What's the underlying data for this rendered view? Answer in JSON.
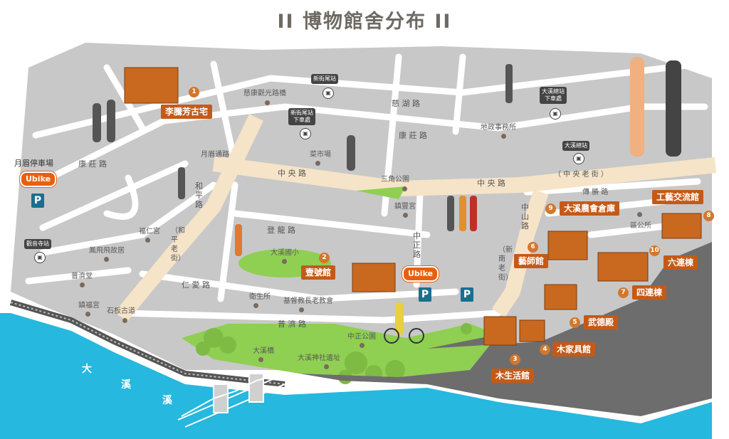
{
  "title": "II 博物館舍分布 II",
  "colors": {
    "land": "#c8c8c8",
    "street": "#ffffff",
    "main_road": "#f6e4c8",
    "river": "#26b8de",
    "park": "#8fcf52",
    "museum": "#c45a18",
    "num": "#d2772d",
    "riverbank": "#6d6d6d"
  },
  "museums": [
    {
      "num": "1",
      "name": "李騰芳古宅"
    },
    {
      "num": "2",
      "name": "壹號館"
    },
    {
      "num": "3",
      "name": "木生活館"
    },
    {
      "num": "4",
      "name": "木家具館"
    },
    {
      "num": "5",
      "name": "武德殿"
    },
    {
      "num": "6",
      "name": "藝師館"
    },
    {
      "num": "7",
      "name": "四連棟"
    },
    {
      "num": "8",
      "name": "工藝交流館"
    },
    {
      "num": "9",
      "name": "大溪農會倉庫"
    },
    {
      "num": "10",
      "name": "六連棟"
    }
  ],
  "roads": {
    "cihu": "慈 湖 路",
    "kangzhuang_e": "康 莊 路",
    "kangzhuang_w": "康 莊 路",
    "zhongyang_w": "中 央 路",
    "zhongyang_e": "中 央 路",
    "old_street": "（ 中 央 老 街 ）",
    "heping": "和平路",
    "heping_old": "（和平老街）",
    "denglong": "登 龍 路",
    "renai": "仁 愛 路",
    "puji": "普 濟 路",
    "zhongzheng": "中正路",
    "zhongshan": "中山路",
    "xinnan": "（新南老街）",
    "yuemei": "月眉通路",
    "chuansheng": "傳 勝 路"
  },
  "places": {
    "cihu_center": "慈康觀光路橋",
    "land_office": "地政事務所",
    "market": "菜市場",
    "triangle_park": "三角公園",
    "fuzhen": "鎮豐宮",
    "fuyin": "福仁宮",
    "fengfei": "鳳飛飛故居",
    "pujitang": "普濟堂",
    "fushen": "鎮福宮",
    "stone_stair": "石板古道",
    "elementary": "大溪國小",
    "health": "衛生所",
    "church": "基督教長老教會",
    "district_office": "區公所",
    "zhongzheng_park": "中正公園",
    "daxi_bridge": "大溪橋",
    "shrine": "大溪神社遺址"
  },
  "transit": {
    "yuemei_parking": "月眉停車場",
    "guanyin_stop": "觀音寺站",
    "xinjie_stop": "新街尾站",
    "xinjie_dropoff_1": "新街尾站",
    "xinjie_dropoff_2": "下車處",
    "daxi_terminal_stop_1": "大溪總站",
    "daxi_terminal_stop_2": "下車處",
    "daxi_terminal": "大溪總站",
    "ubike": "Ubike",
    "parking": "P"
  },
  "river": {
    "name": [
      "大",
      "溪",
      "溪"
    ]
  }
}
